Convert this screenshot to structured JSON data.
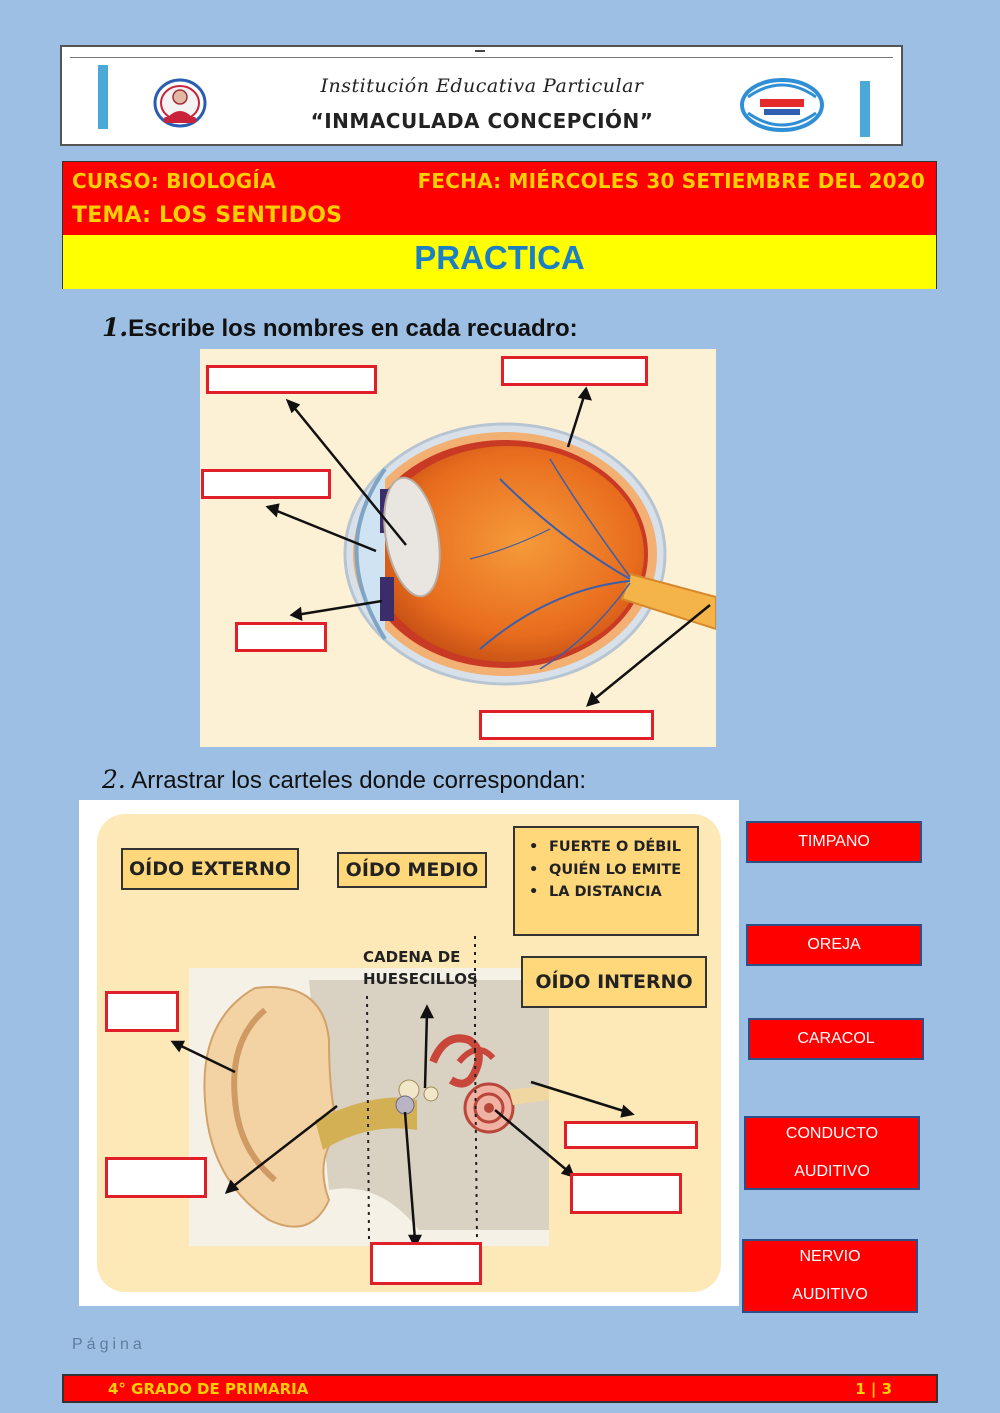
{
  "header": {
    "line1": "Institución    Educativa    Particular",
    "line2": "“INMACULADA CONCEPCIÓN”",
    "dash": "–"
  },
  "course": {
    "curso": "CURSO: BIOLOGÍA",
    "fecha": "FECHA:  MIÉRCOLES 30 SETIEMBRE DEL 2020",
    "tema": "TEMA: LOS SENTIDOS",
    "practica": "PRACTICA"
  },
  "question1": {
    "number": "1.",
    "text": "Escribe los nombres en cada recuadro:"
  },
  "question2": {
    "number": "2.",
    "text": " Arrastrar los carteles donde correspondan:"
  },
  "ear": {
    "externo": "OÍDO EXTERNO",
    "medio": "OÍDO MEDIO",
    "interno": "OÍDO INTERNO",
    "cadena_line1": "CADENA DE",
    "cadena_line2": "HUESECILLOS",
    "bullets": [
      "FUERTE O DÉBIL",
      "QUIÉN LO EMITE",
      "LA DISTANCIA"
    ]
  },
  "drag_labels": {
    "timpano": "TIMPANO",
    "oreja": "OREJA",
    "caracol": "CARACOL",
    "conducto_1": "CONDUCTO",
    "conducto_2": "AUDITIVO",
    "nervio_1": "NERVIO",
    "nervio_2": "AUDITIVO"
  },
  "footer": {
    "pagina": "Página",
    "grado": "4° GRADO DE PRIMARIA",
    "page": "1 | 3"
  },
  "colors": {
    "accent_red": "#ff0000",
    "accent_yellow": "#ffff00",
    "title_blue": "#1a7fc4",
    "page_bg": "#9dbfe3"
  }
}
